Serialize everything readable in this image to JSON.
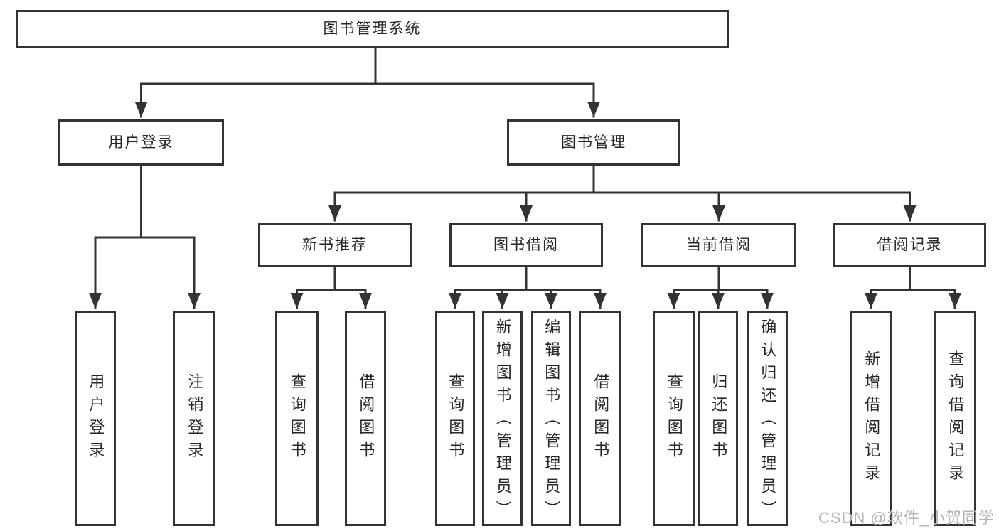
{
  "tree": {
    "label": "图书管理系统",
    "children": [
      {
        "label": "用户登录",
        "children": [
          {
            "label": "用户登录"
          },
          {
            "label": "注销登录"
          }
        ]
      },
      {
        "label": "图书管理",
        "children": [
          {
            "label": "新书推荐",
            "children": [
              {
                "label": "查询图书"
              },
              {
                "label": "借阅图书"
              }
            ]
          },
          {
            "label": "图书借阅",
            "children": [
              {
                "label": "查询图书"
              },
              {
                "label": "新增图书（管理员）"
              },
              {
                "label": "编辑图书（管理员）"
              },
              {
                "label": "借阅图书"
              }
            ]
          },
          {
            "label": "当前借阅",
            "children": [
              {
                "label": "查询图书"
              },
              {
                "label": "归还图书"
              },
              {
                "label": "确认归还（管理员）"
              }
            ]
          },
          {
            "label": "借阅记录",
            "children": [
              {
                "label": "新增借阅记录"
              },
              {
                "label": "查询借阅记录"
              }
            ]
          }
        ]
      }
    ]
  },
  "watermark": "CSDN @软件_小贺同学",
  "colors": {
    "line": "#333333",
    "box_border": "#333333",
    "box_fill": "#ffffff",
    "text": "#262626",
    "watermark": "#b5b5b5"
  }
}
